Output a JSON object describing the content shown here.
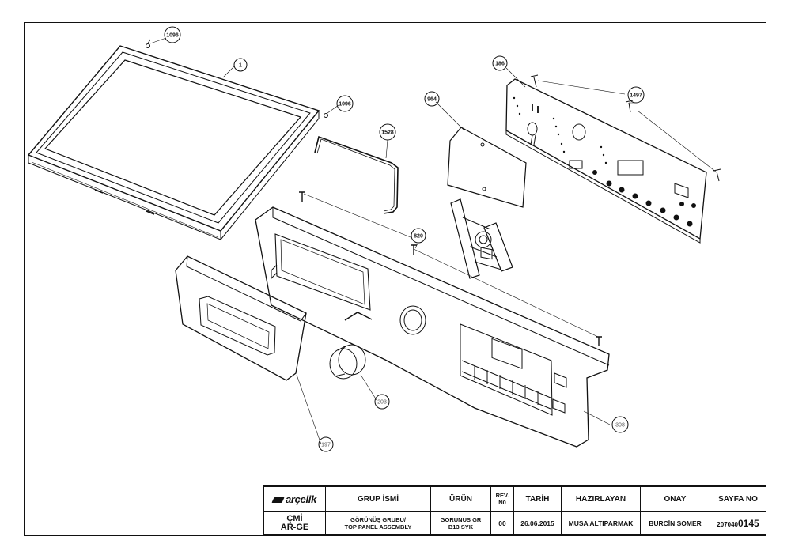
{
  "callouts": [
    {
      "id": "c1096a",
      "label": "1096"
    },
    {
      "id": "c1",
      "label": "1"
    },
    {
      "id": "c1096b",
      "label": "1096"
    },
    {
      "id": "c1528",
      "label": "1528"
    },
    {
      "id": "c964",
      "label": "964"
    },
    {
      "id": "c186",
      "label": "186"
    },
    {
      "id": "c1497",
      "label": "1497"
    },
    {
      "id": "c820",
      "label": "820"
    },
    {
      "id": "c203",
      "label": "203"
    },
    {
      "id": "c197",
      "label": "197"
    },
    {
      "id": "c308",
      "label": "308"
    }
  ],
  "title_block": {
    "logo_text": "arçelik",
    "dept_line1": "ÇMİ",
    "dept_line2": "AR-GE",
    "headers": {
      "group_name": "GRUP İSMİ",
      "product": "ÜRÜN",
      "rev": "REV. N0",
      "date": "TARİH",
      "prepared_by": "HAZIRLAYAN",
      "approval": "ONAY",
      "page_no": "SAYFA NO"
    },
    "values": {
      "group_name_line1": "GÖRÜNÜŞ GRUBU/",
      "group_name_line2": "TOP PANEL ASSEMBLY",
      "product_line1": "GORUNUS GR",
      "product_line2": "B13 SYK",
      "rev": "00",
      "date": "26.06.2015",
      "prepared_by": "MUSA ALTIPARMAK",
      "approval": "BURCİN SOMER",
      "page_no_prefix": "207040",
      "page_no_suffix": "0145"
    }
  }
}
